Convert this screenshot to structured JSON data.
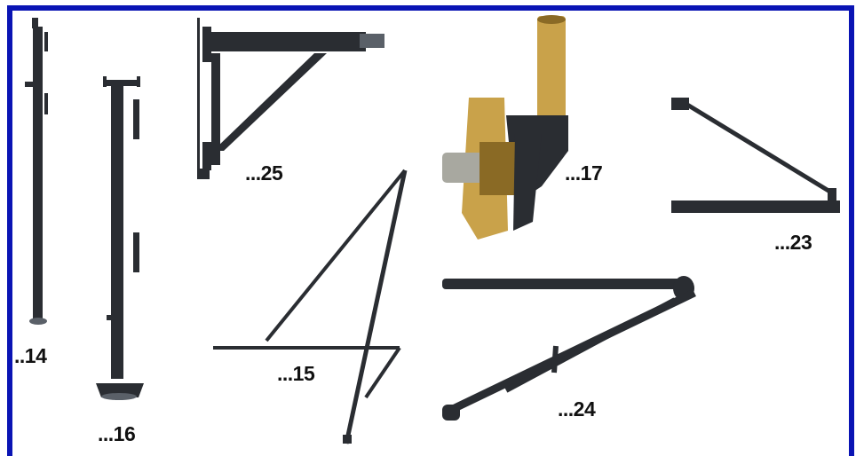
{
  "frame": {
    "color": "#0a14b4"
  },
  "parts": {
    "p14": {
      "label": "..14"
    },
    "p16": {
      "label": "...16"
    },
    "p25": {
      "label": "...25"
    },
    "p15": {
      "label": "...15"
    },
    "p17": {
      "label": "...17"
    },
    "p23": {
      "label": "...23"
    },
    "p24": {
      "label": "...24"
    }
  },
  "colors": {
    "steel": "#2a2d32",
    "steel_light": "#5a6068",
    "brass": "#c9a24a",
    "brass_dark": "#8a6a25",
    "zinc": "#a8a8a0"
  }
}
